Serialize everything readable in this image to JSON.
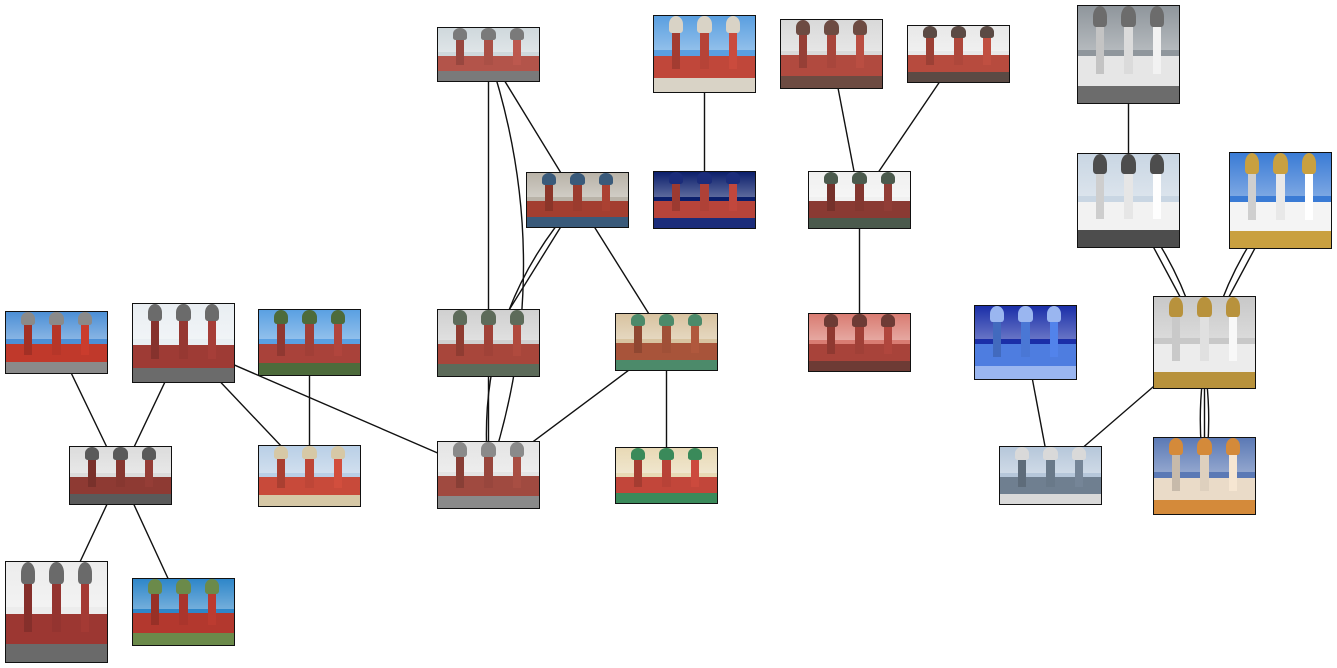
{
  "colors": {
    "edge": "#111111",
    "border": "#111111",
    "background": "#ffffff"
  },
  "nodes": [
    {
      "id": "n1",
      "label": "",
      "subject": "kremlin-wall-mausoleum",
      "palette": [
        "#cfd8dc",
        "#b3544a",
        "#7a7a7a"
      ]
    },
    {
      "id": "n2",
      "label": "",
      "subject": "st-basils-cathedral",
      "palette": [
        "#5a9fe0",
        "#c0473a",
        "#d9d3c6"
      ]
    },
    {
      "id": "n3",
      "label": "",
      "subject": "lenin-mausoleum",
      "palette": [
        "#d9d9d9",
        "#b14a3f",
        "#6d4b42"
      ]
    },
    {
      "id": "n4",
      "label": "",
      "subject": "lenin-mausoleum",
      "palette": [
        "#e8e8e8",
        "#b74b3e",
        "#5b4a44"
      ]
    },
    {
      "id": "n5",
      "label": "",
      "subject": "cathedral-of-christ-the-saviour",
      "palette": [
        "#8f969c",
        "#e6e6e6",
        "#6c6c6c"
      ]
    },
    {
      "id": "n6",
      "label": "",
      "subject": "red-square-spasskaya-tower",
      "palette": [
        "#b9b3a8",
        "#a33e30",
        "#3a5a7a"
      ]
    },
    {
      "id": "n7",
      "label": "",
      "subject": "red-square-night",
      "palette": [
        "#0b1f6b",
        "#b8443a",
        "#1b2c7a"
      ]
    },
    {
      "id": "n8",
      "label": "",
      "subject": "lenin-mausoleum",
      "palette": [
        "#f0f0f0",
        "#8a3a33",
        "#4b5a4d"
      ]
    },
    {
      "id": "n9",
      "label": "",
      "subject": "cathedral-of-christ-the-saviour",
      "palette": [
        "#c9d6e3",
        "#f2f2f2",
        "#4d4d4d"
      ]
    },
    {
      "id": "n10",
      "label": "",
      "subject": "cathedral-of-christ-the-saviour",
      "palette": [
        "#3a7bd5",
        "#f4f4f4",
        "#c9a040"
      ]
    },
    {
      "id": "n11",
      "label": "",
      "subject": "state-historical-museum",
      "palette": [
        "#4c8fd6",
        "#c0392b",
        "#8a8a8a"
      ]
    },
    {
      "id": "n12",
      "label": "",
      "subject": "state-historical-museum",
      "palette": [
        "#e9eef2",
        "#9e3b35",
        "#6b6b6b"
      ]
    },
    {
      "id": "n13",
      "label": "",
      "subject": "state-historical-museum",
      "palette": [
        "#5aa0e2",
        "#a9423a",
        "#4d6b3b"
      ]
    },
    {
      "id": "n14",
      "label": "",
      "subject": "lenin-mausoleum",
      "palette": [
        "#d0d0d0",
        "#a8463b",
        "#5d6b5a"
      ]
    },
    {
      "id": "n15",
      "label": "",
      "subject": "st-basils-cathedral",
      "palette": [
        "#d8c3a0",
        "#a8543a",
        "#4c8a6a"
      ]
    },
    {
      "id": "n16",
      "label": "",
      "subject": "lenin-mausoleum",
      "palette": [
        "#d97c72",
        "#a8433a",
        "#6d3b35"
      ]
    },
    {
      "id": "n17",
      "label": "",
      "subject": "moscow-city-towers",
      "palette": [
        "#1b2fa8",
        "#4e7de0",
        "#9ab6f0"
      ]
    },
    {
      "id": "n18",
      "label": "",
      "subject": "cathedral-of-christ-the-saviour",
      "palette": [
        "#c8c8c8",
        "#ececec",
        "#b8923c"
      ]
    },
    {
      "id": "n19",
      "label": "",
      "subject": "state-historical-museum",
      "palette": [
        "#dcdcdc",
        "#8e3a33",
        "#5a5a5a"
      ]
    },
    {
      "id": "n20",
      "label": "",
      "subject": "st-basils-cathedral",
      "palette": [
        "#b9cfe6",
        "#c84a3a",
        "#d6c8a6"
      ]
    },
    {
      "id": "n21",
      "label": "",
      "subject": "red-square",
      "palette": [
        "#e4e4e4",
        "#a04a40",
        "#8a8a8a"
      ]
    },
    {
      "id": "n22",
      "label": "",
      "subject": "st-basils-cathedral",
      "palette": [
        "#e8d9b5",
        "#c2463a",
        "#3a8a5a"
      ]
    },
    {
      "id": "n23",
      "label": "",
      "subject": "moscow-city-skyline",
      "palette": [
        "#b6c7da",
        "#6f7f90",
        "#d9d9d9"
      ]
    },
    {
      "id": "n24",
      "label": "",
      "subject": "cathedral-of-christ-the-saviour",
      "palette": [
        "#5b79b5",
        "#eadbc8",
        "#d48a3a"
      ]
    },
    {
      "id": "n25",
      "label": "",
      "subject": "state-historical-museum",
      "palette": [
        "#ececec",
        "#9c3732",
        "#6a6a6a"
      ]
    },
    {
      "id": "n26",
      "label": "",
      "subject": "state-historical-museum",
      "palette": [
        "#2e86c9",
        "#b3382e",
        "#6b8a4a"
      ]
    }
  ],
  "edges": [
    {
      "from": "n1",
      "to": "n6",
      "curve": 0
    },
    {
      "from": "n1",
      "to": "n14",
      "curve": 0
    },
    {
      "from": "n1",
      "to": "n21",
      "curve": 1
    },
    {
      "from": "n2",
      "to": "n7",
      "curve": 0
    },
    {
      "from": "n3",
      "to": "n8",
      "curve": 0
    },
    {
      "from": "n4",
      "to": "n8",
      "curve": 0
    },
    {
      "from": "n5",
      "to": "n9",
      "curve": 0
    },
    {
      "from": "n6",
      "to": "n14",
      "curve": 0
    },
    {
      "from": "n6",
      "to": "n15",
      "curve": 0
    },
    {
      "from": "n6",
      "to": "n21",
      "curve": 1
    },
    {
      "from": "n8",
      "to": "n16",
      "curve": 0
    },
    {
      "from": "n9",
      "to": "n18",
      "curve": 0
    },
    {
      "from": "n9",
      "to": "n24",
      "curve": 1
    },
    {
      "from": "n10",
      "to": "n18",
      "curve": 0
    },
    {
      "from": "n10",
      "to": "n24",
      "curve": 1
    },
    {
      "from": "n11",
      "to": "n19",
      "curve": 0
    },
    {
      "from": "n12",
      "to": "n19",
      "curve": 0
    },
    {
      "from": "n12",
      "to": "n20",
      "curve": 0
    },
    {
      "from": "n12",
      "to": "n21",
      "curve": 0
    },
    {
      "from": "n13",
      "to": "n20",
      "curve": 0
    },
    {
      "from": "n14",
      "to": "n21",
      "curve": 0
    },
    {
      "from": "n15",
      "to": "n21",
      "curve": 0
    },
    {
      "from": "n15",
      "to": "n22",
      "curve": 0
    },
    {
      "from": "n17",
      "to": "n23",
      "curve": 0
    },
    {
      "from": "n18",
      "to": "n23",
      "curve": 0
    },
    {
      "from": "n18",
      "to": "n24",
      "curve": 0
    },
    {
      "from": "n19",
      "to": "n25",
      "curve": 0
    },
    {
      "from": "n19",
      "to": "n26",
      "curve": 0
    }
  ]
}
